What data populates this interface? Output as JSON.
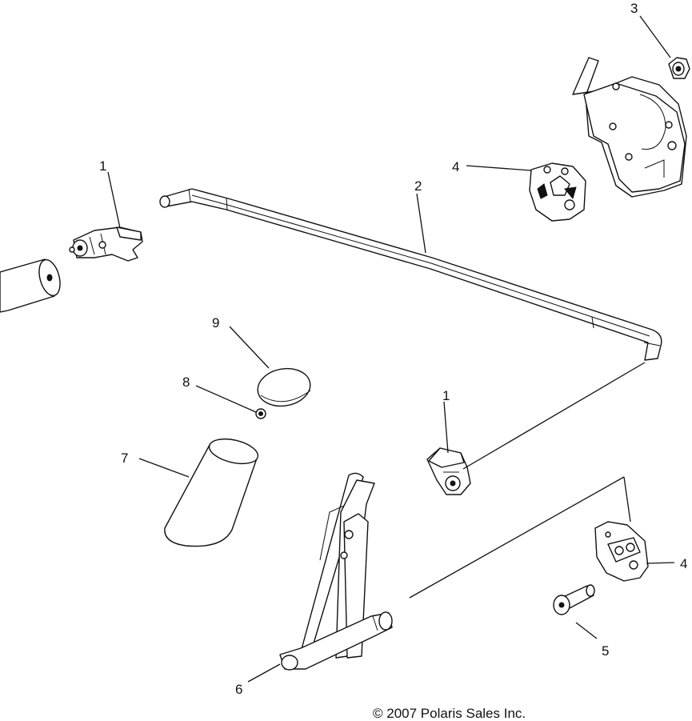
{
  "callouts": {
    "c1a": "1",
    "c1b": "1",
    "c2": "2",
    "c3": "3",
    "c4a": "4",
    "c4b": "4",
    "c5": "5",
    "c6": "6",
    "c7": "7",
    "c8": "8",
    "c9": "9"
  },
  "copyright": "© 2007  Polaris Sales Inc."
}
